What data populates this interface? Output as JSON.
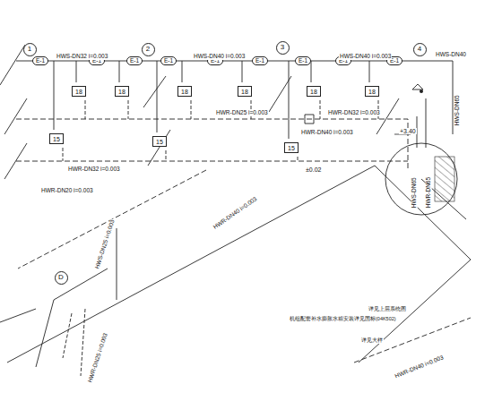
{
  "diagram": {
    "nodes": [
      {
        "text": [
          "1"
        ]
      },
      {
        "text": [
          "2"
        ]
      },
      {
        "text": [
          "3"
        ]
      },
      {
        "text": [
          "4"
        ]
      },
      {
        "text": [
          "D"
        ]
      },
      {
        "text": [
          "E-1"
        ]
      },
      {
        "text": [
          "E-1"
        ]
      },
      {
        "text": [
          "E-1"
        ]
      },
      {
        "text": [
          "E-1"
        ]
      },
      {
        "text": [
          "E-1"
        ]
      },
      {
        "text": [
          "E-1"
        ]
      },
      {
        "text": [
          "E-1"
        ]
      },
      {
        "text": [
          "E-1"
        ]
      },
      {
        "text": [
          "E-1"
        ]
      },
      {
        "text": [
          "18"
        ]
      },
      {
        "text": [
          "18"
        ]
      },
      {
        "text": [
          "18"
        ]
      },
      {
        "text": [
          "18"
        ]
      },
      {
        "text": [
          "18"
        ]
      },
      {
        "text": [
          "18"
        ]
      },
      {
        "text": [
          "15"
        ]
      },
      {
        "text": [
          "15"
        ]
      },
      {
        "text": [
          "15"
        ]
      }
    ],
    "labels": [
      "HWS-DN32 i=0.003",
      "HWS-DN40 i=0.003",
      "HWS-DN40 i=0.003",
      "HWS-DN40",
      "HWS-DN65",
      "HWR-DN25 i=0.003",
      "HWR-DN32 i=0.003",
      "HWR-DN40 i=0.003",
      "HWR-DN32 i=0.003",
      "HWR-DN20 i=0.003",
      "+3.40",
      "±0.02",
      "HWR-DN40 i=0.003",
      "HWS-DN65",
      "HWR-DN65",
      "详见上层系统图",
      "机组配套补水膨胀水箱安装详见国标(04K502)",
      "HWS-DN25 i=0.003",
      "HWR-DN25 i=0.003",
      "详见大样",
      "HWR-DN40 i=0.003"
    ]
  }
}
